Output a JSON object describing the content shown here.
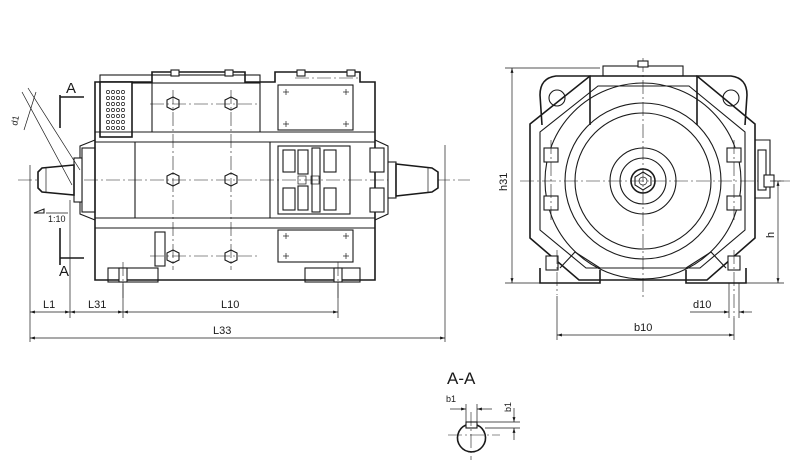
{
  "labels": {
    "section_a_top": "A",
    "section_a_bottom": "A",
    "d1": "d1",
    "taper": "1:10",
    "L1": "L1",
    "L31": "L31",
    "L10": "L10",
    "L33": "L33",
    "h31": "h31",
    "h": "h",
    "d10": "d10",
    "b10": "b10",
    "section_title": "A-A",
    "b1_horizontal": "b1",
    "b1_vertical": "b1"
  },
  "colors": {
    "line": "#1a1a1a",
    "background": "#ffffff"
  }
}
